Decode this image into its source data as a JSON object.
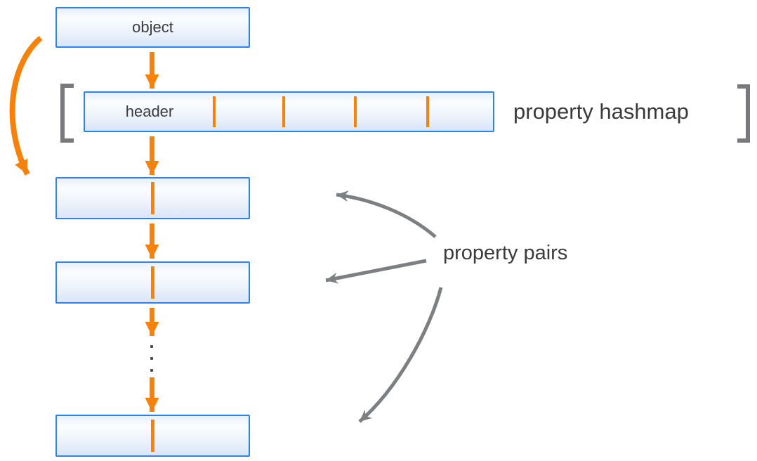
{
  "nodes": {
    "object": {
      "label": "object"
    },
    "hashmap": {
      "label": "header",
      "tick_count": 4
    },
    "pairs": {
      "count": 3,
      "ellipsis_dot_count": 3
    }
  },
  "captions": {
    "hashmap": "property hashmap",
    "pairs": "property pairs"
  },
  "colors": {
    "box_border": "#2f82e6",
    "box_fill_top": "#fbfdff",
    "box_fill_bottom": "#d8e6f9",
    "arrow_orange": "#f6820c",
    "arrow_gray": "#7c8083",
    "bracket_gray": "#77797c",
    "text_dark": "#3a3a3c"
  }
}
